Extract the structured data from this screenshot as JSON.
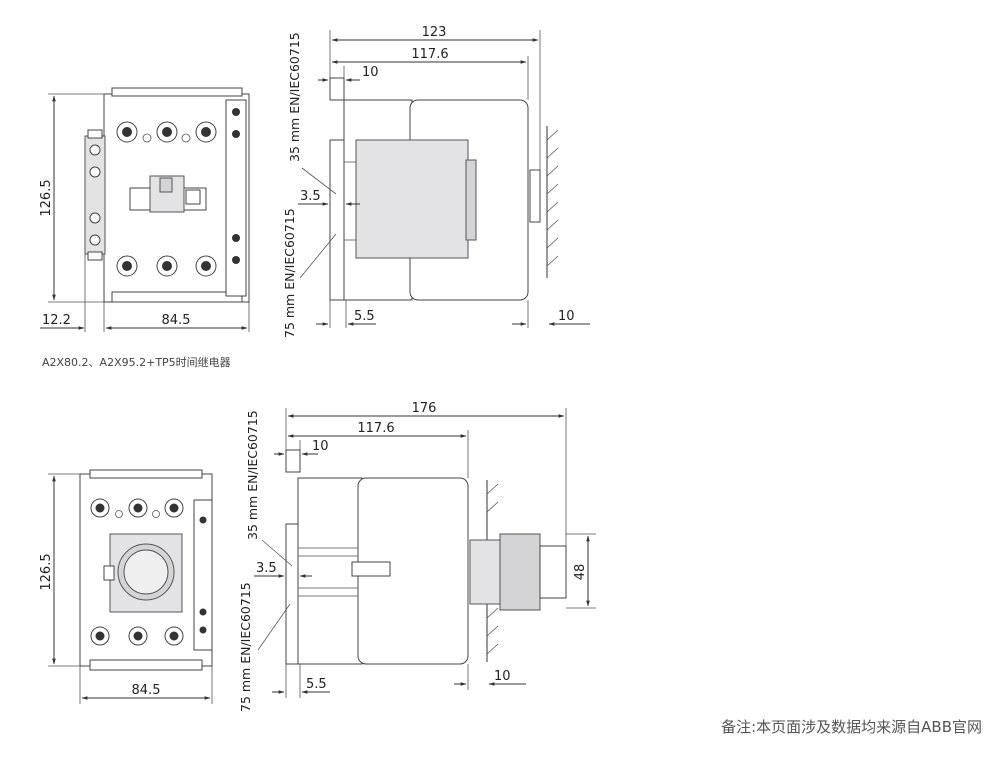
{
  "top": {
    "front": {
      "height": "126.5",
      "left_offset": "12.2",
      "width": "84.5"
    },
    "side": {
      "depth_total": "123",
      "depth_body": "117.6",
      "rail_offset": "10",
      "rail_35_label": "35 mm EN/IEC60715",
      "rail_75_label": "75 mm EN/IEC60715",
      "rail_step": "3.5",
      "bottom_offset": "5.5",
      "wall_gap": "10"
    }
  },
  "caption": "A2X80.2、A2X95.2+TP5时间继电器",
  "bottom": {
    "front": {
      "height": "126.5",
      "width": "84.5"
    },
    "side": {
      "depth_total": "176",
      "depth_body": "117.6",
      "rail_offset": "10",
      "rail_35_label": "35 mm EN/IEC60715",
      "rail_75_label": "75 mm EN/IEC60715",
      "rail_step": "3.5",
      "bottom_offset": "5.5",
      "wall_gap": "10",
      "module_height": "48"
    }
  },
  "note": "备注:本页面涉及数据均来源自ABB官网"
}
